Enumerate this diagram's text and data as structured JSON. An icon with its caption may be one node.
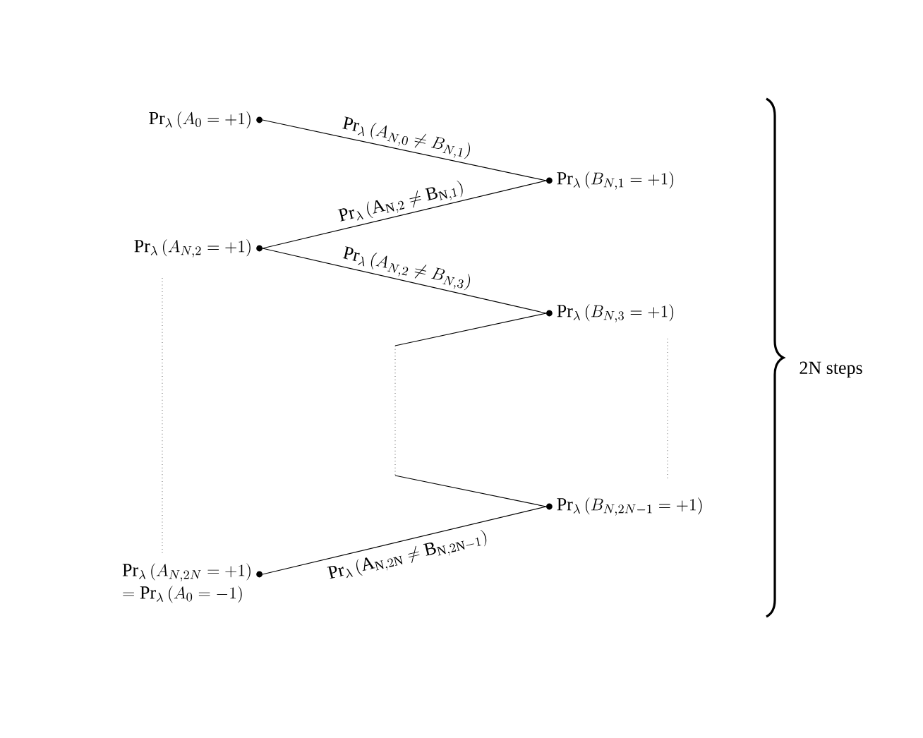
{
  "diagram": {
    "nodes": [
      {
        "text": [
          "\\mathrm{Pr}_\\lambda\\,(A_0 = +1)"
        ]
      },
      {
        "text": [
          "\\mathrm{Pr}_\\lambda\\,(B_{N,1} = +1)"
        ]
      },
      {
        "text": [
          "\\mathrm{Pr}_\\lambda\\,(A_{N,2} = +1)"
        ]
      },
      {
        "text": [
          "\\mathrm{Pr}_\\lambda\\,(B_{N,3} = +1)"
        ]
      },
      {
        "text": [
          "\\mathrm{Pr}_\\lambda\\,(B_{N,2N-1} = +1)"
        ]
      },
      {
        "text": [
          "\\mathrm{Pr}_\\lambda\\,(A_{N,2N} = +1)",
          "= \\mathrm{Pr}_\\lambda\\,(A_0 = -1)"
        ]
      }
    ],
    "edges": [
      {
        "from": 0,
        "to": 1,
        "arrow": "none",
        "label": "\\mathrm{Pr}_\\lambda\\,(A_{N,0} \\neq B_{N,1})"
      },
      {
        "from": 2,
        "to": 1,
        "arrow": "none",
        "label": "\\mathrm{Pr}_\\lambda\\,(\\mathrm{A}_{\\mathrm{N},2} \\neq \\mathrm{B}_{\\mathrm{N},1})"
      },
      {
        "from": 2,
        "to": 3,
        "arrow": "none",
        "label": "\\mathrm{Pr}_\\lambda\\,(A_{N,2} \\neq B_{N,3})"
      },
      {
        "from": 3,
        "to": null,
        "arrow": "none"
      },
      {
        "from": null,
        "to": 4,
        "arrow": "none"
      },
      {
        "from": 5,
        "to": 4,
        "arrow": "none",
        "label": "\\mathrm{Pr}_\\lambda\\,(\\mathrm{A}_{\\mathrm{N},2\\mathrm{N}} \\neq \\mathrm{B}_{\\mathrm{N},2\\mathrm{N}-1})"
      }
    ],
    "labels": [
      "2N steps"
    ]
  }
}
